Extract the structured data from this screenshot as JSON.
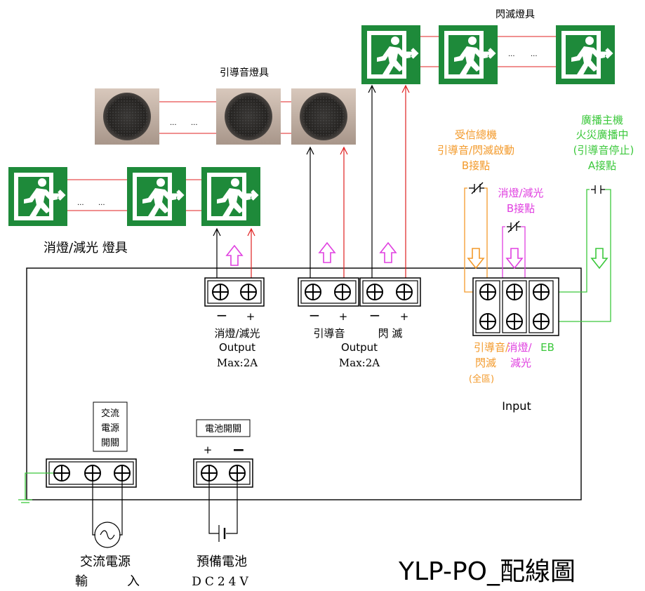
{
  "groups": {
    "flash_lights": "閃滅燈具",
    "sound_lights": "引導音燈具",
    "dim_lights": "消燈/減光 燈具",
    "dots": "...",
    "dots_b": "..."
  },
  "signals": {
    "receiver_line1": "受信總機",
    "receiver_line2": "引導音/閃滅啟動",
    "receiver_line3": "B接點",
    "dim_line1": "消燈/減光",
    "dim_line2": "B接點",
    "broadcast_line1": "廣播主機",
    "broadcast_line2": "火災廣播中",
    "broadcast_line3": "(引導音停止)",
    "broadcast_line4": "A接點"
  },
  "terminals": {
    "minus": "−",
    "plus": "+",
    "out1_name": "消燈/減光",
    "out_label": "Output",
    "out_max": "Max:2A",
    "out2_name_a": "引導音",
    "out2_name_b": "閃 滅",
    "in_label_a1": "引導音/",
    "in_label_a2": "閃滅",
    "in_label_a3": "(全區)",
    "in_label_b1": "消燈/",
    "in_label_b2": "減光",
    "in_label_c": "EB",
    "input_label": "Input"
  },
  "power": {
    "ac_switch_1": "交流",
    "ac_switch_2": "電源",
    "ac_switch_3": "開關",
    "battery_switch": "電池開關",
    "ac_input_1": "交流電源",
    "ac_input_2a": "輸",
    "ac_input_2b": "入",
    "battery_1": "預備電池",
    "battery_2": "DC24V"
  },
  "title": "YLP-PO_配線圖",
  "colors": {
    "sign_green": "#1e8a3a",
    "wire_red": "#e02020",
    "signal_orange": "#f39a2b",
    "signal_magenta": "#e040e0",
    "signal_green": "#3cc83c"
  }
}
